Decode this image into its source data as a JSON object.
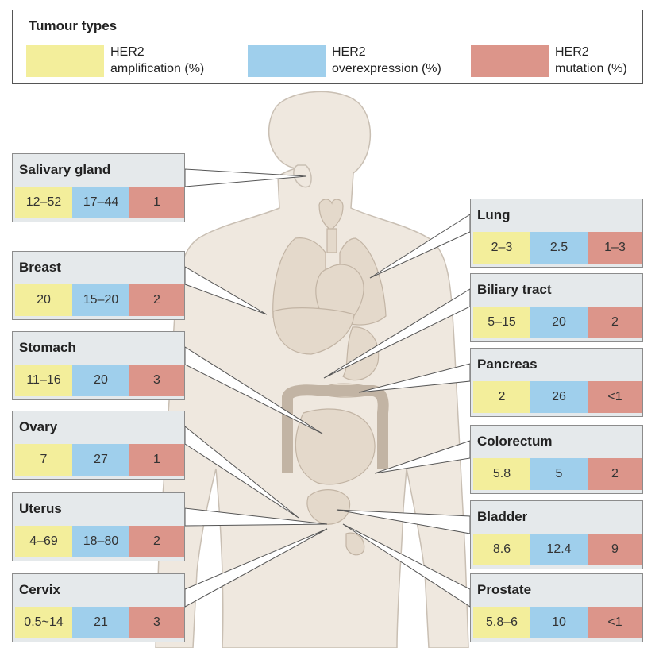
{
  "colors": {
    "amplification": "#f3ee9b",
    "overexpression": "#9fcfec",
    "mutation": "#dc958a",
    "panel_bg": "#e5e9eb",
    "body": "#efe8df",
    "organ": "#e4d9cb"
  },
  "legend": {
    "title": "Tumour types",
    "items": [
      {
        "line1": "HER2",
        "line2": "amplification (%)"
      },
      {
        "line1": "HER2",
        "line2": "overexpression (%)"
      },
      {
        "line1": "HER2",
        "line2": "mutation (%)"
      }
    ]
  },
  "panels": [
    {
      "name": "Salivary gland",
      "amplification": "12–52",
      "overexpression": "17–44",
      "mutation": "1"
    },
    {
      "name": "Breast",
      "amplification": "20",
      "overexpression": "15–20",
      "mutation": "2"
    },
    {
      "name": "Stomach",
      "amplification": "11–16",
      "overexpression": "20",
      "mutation": "3"
    },
    {
      "name": "Ovary",
      "amplification": "7",
      "overexpression": "27",
      "mutation": "1"
    },
    {
      "name": "Uterus",
      "amplification": "4–69",
      "overexpression": "18–80",
      "mutation": "2"
    },
    {
      "name": "Cervix",
      "amplification": "0.5~14",
      "overexpression": "21",
      "mutation": "3"
    },
    {
      "name": "Lung",
      "amplification": "2–3",
      "overexpression": "2.5",
      "mutation": "1–3"
    },
    {
      "name": "Biliary tract",
      "amplification": "5–15",
      "overexpression": "20",
      "mutation": "2"
    },
    {
      "name": "Pancreas",
      "amplification": "2",
      "overexpression": "26",
      "mutation": "<1"
    },
    {
      "name": "Colorectum",
      "amplification": "5.8",
      "overexpression": "5",
      "mutation": "2"
    },
    {
      "name": "Bladder",
      "amplification": "8.6",
      "overexpression": "12.4",
      "mutation": "9"
    },
    {
      "name": "Prostate",
      "amplification": "5.8–6",
      "overexpression": "10",
      "mutation": "<1"
    }
  ]
}
